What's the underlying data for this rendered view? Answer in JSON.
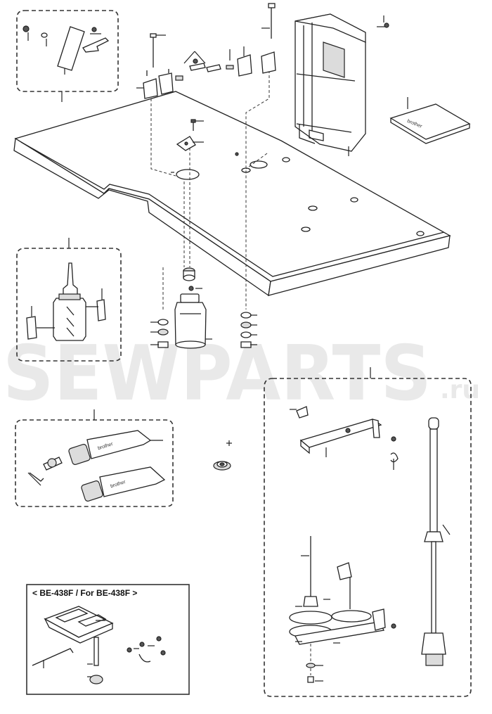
{
  "watermark": {
    "main": "SEWPARTS",
    "suffix": ".ru"
  },
  "labels": {
    "box_model": "< BE-438F   / For BE-438F >",
    "manual_brand": "brother",
    "tube_brand": "brother"
  },
  "colors": {
    "line": "#222222",
    "watermark": "#e9e9e9",
    "fill_gray": "#dcdcdc"
  }
}
